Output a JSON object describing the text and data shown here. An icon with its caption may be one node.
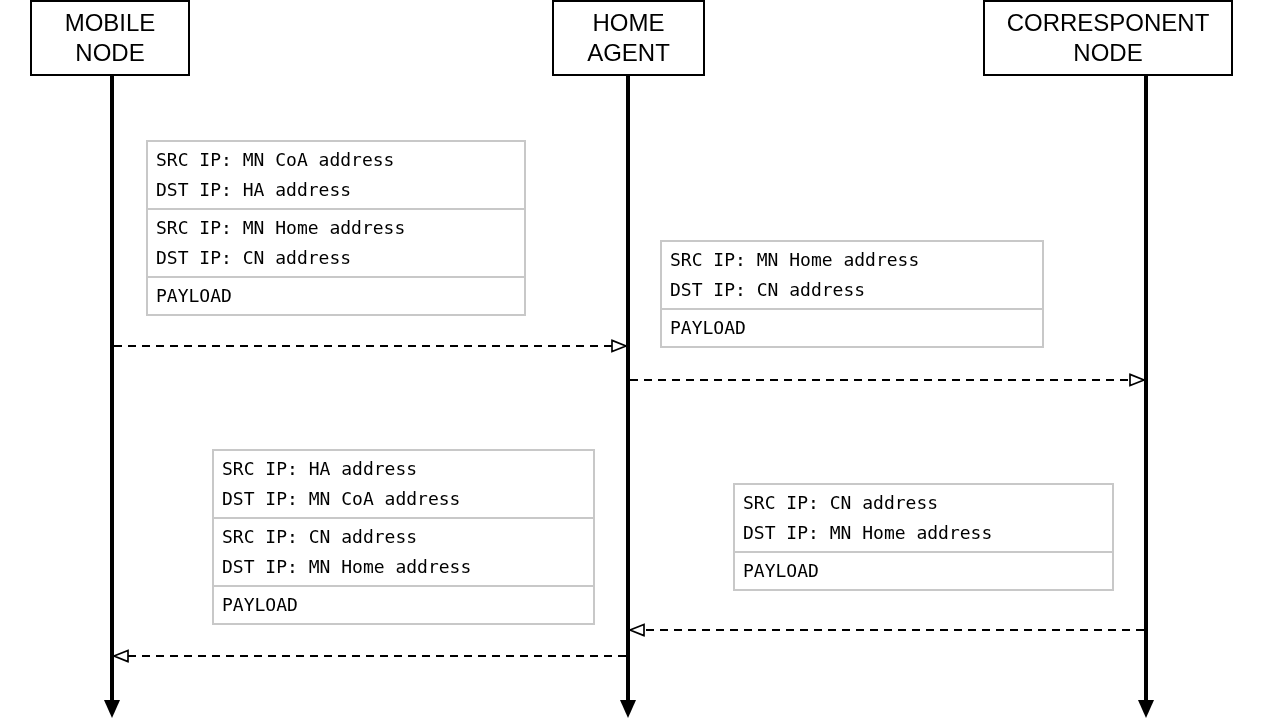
{
  "diagram": {
    "nodes": [
      {
        "text": [
          "MOBILE NODE"
        ]
      },
      {
        "text": [
          "HOME AGENT"
        ]
      },
      {
        "text": [
          "CORRESPONENT NODE"
        ]
      },
      {
        "text": [],
        "shape": "box"
      },
      {
        "text": [
          "SRC IP: MN CoA address",
          "DST IP: HA address"
        ],
        "in": 3
      },
      {
        "text": [
          "SRC IP: MN Home address",
          "DST IP: CN address"
        ],
        "in": 3
      },
      {
        "text": [
          "PAYLOAD"
        ],
        "in": 3
      },
      {
        "text": [],
        "shape": "box"
      },
      {
        "text": [
          "SRC IP: MN Home address",
          "DST IP: CN address"
        ],
        "in": 7
      },
      {
        "text": [
          "PAYLOAD"
        ],
        "in": 7
      },
      {
        "text": [],
        "shape": "box"
      },
      {
        "text": [
          "SRC IP: HA address",
          "DST IP: MN CoA address"
        ],
        "in": 10
      },
      {
        "text": [
          "SRC IP: CN address",
          "DST IP: MN Home address"
        ],
        "in": 10
      },
      {
        "text": [
          "PAYLOAD"
        ],
        "in": 10
      },
      {
        "text": [],
        "shape": "box"
      },
      {
        "text": [
          "SRC IP: CN address",
          "DST IP: MN Home address"
        ],
        "in": 14
      },
      {
        "text": [
          "PAYLOAD"
        ],
        "in": 14
      },
      {
        "text": [],
        "shape": "line"
      },
      {
        "text": [],
        "shape": "line"
      },
      {
        "text": [],
        "shape": "line"
      }
    ],
    "edges": [
      {
        "from": 17,
        "to": 18,
        "arrow": "to",
        "style": "dashed"
      },
      {
        "from": 18,
        "to": 19,
        "arrow": "to",
        "style": "dashed"
      },
      {
        "from": 19,
        "to": 18,
        "arrow": "to",
        "style": "dashed"
      },
      {
        "from": 18,
        "to": 17,
        "arrow": "to",
        "style": "dashed"
      }
    ]
  }
}
